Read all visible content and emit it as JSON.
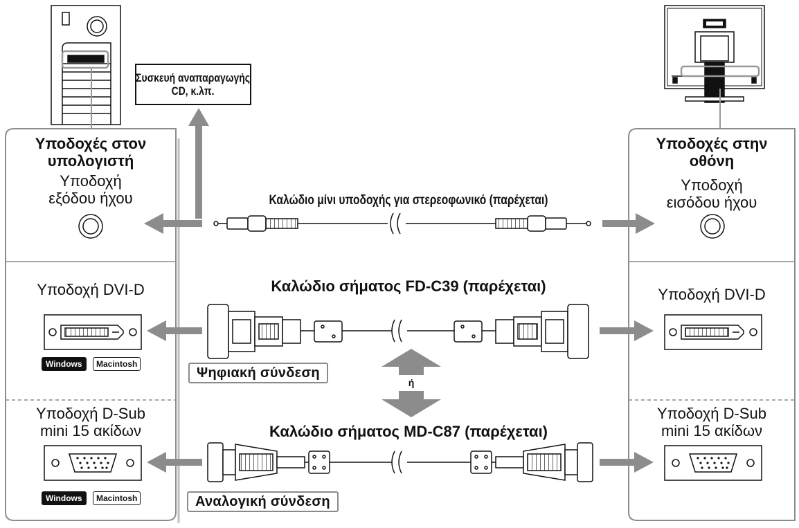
{
  "device_box": {
    "line1": "Συσκευή αναπαραγωγής",
    "line2": "CD, κ.λπ."
  },
  "left_panel": {
    "heading_line1": "Υποδοχές στον",
    "heading_line2": "υπολογιστή",
    "audio_label_line1": "Υποδοχή",
    "audio_label_line2": "εξόδου ήχου",
    "dvi_label": "Υποδοχή DVI-D",
    "dsub_label_line1": "Υποδοχή D-Sub",
    "dsub_label_line2": "mini 15 ακίδων",
    "badge_windows": "Windows",
    "badge_mac": "Macintosh"
  },
  "right_panel": {
    "heading_line1": "Υποδοχές στην",
    "heading_line2": "οθόνη",
    "audio_label_line1": "Υποδοχή",
    "audio_label_line2": "εισόδου ήχου",
    "dvi_label": "Υποδοχή DVI-D",
    "dsub_label_line1": "Υποδοχή D-Sub",
    "dsub_label_line2": "mini 15 ακίδων"
  },
  "cables": {
    "audio": "Καλώδιο μίνι υποδοχής για στερεοφωνικό (παρέχεται)",
    "dvi": "Καλώδιο σήματος FD-C39 (παρέχεται)",
    "dsub": "Καλώδιο σήματος MD-C87 (παρέχεται)"
  },
  "connections": {
    "digital": "Ψηφιακή σύνδεση",
    "analog": "Αναλογική σύνδεση",
    "or": "ή"
  },
  "colors": {
    "arrow": "#8c8c8c",
    "border": "#8c8c8c",
    "ink": "#111111"
  }
}
